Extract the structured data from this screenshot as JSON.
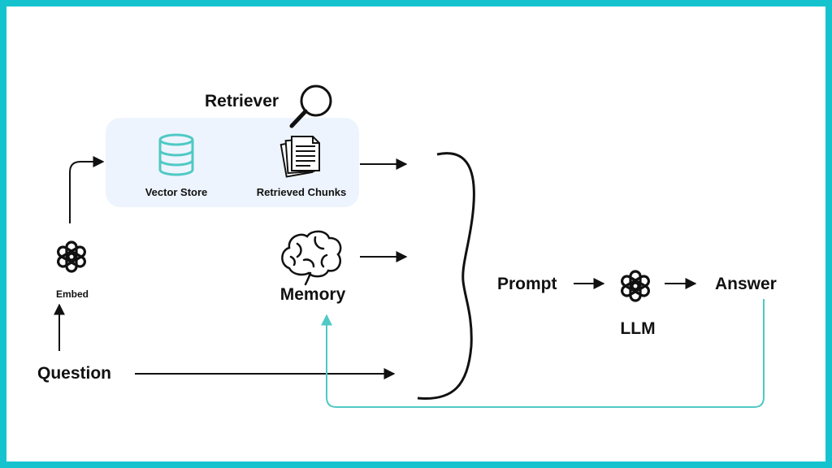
{
  "labels": {
    "retriever": "Retriever",
    "vector_store": "Vector Store",
    "retrieved_chunks": "Retrieved Chunks",
    "embed": "Embed",
    "question": "Question",
    "memory": "Memory",
    "prompt": "Prompt",
    "llm": "LLM",
    "answer": "Answer"
  },
  "icons": {
    "retriever": "magnifier-icon",
    "vector_store": "database-icon",
    "retrieved_chunks": "documents-icon",
    "embed": "openai-logo-icon",
    "memory": "brain-icon",
    "llm": "openai-logo-icon"
  },
  "colors": {
    "border": "#15c3cf",
    "accent": "#4fc9c4",
    "retriever_panel": "#eef4fd",
    "text": "#111111"
  }
}
